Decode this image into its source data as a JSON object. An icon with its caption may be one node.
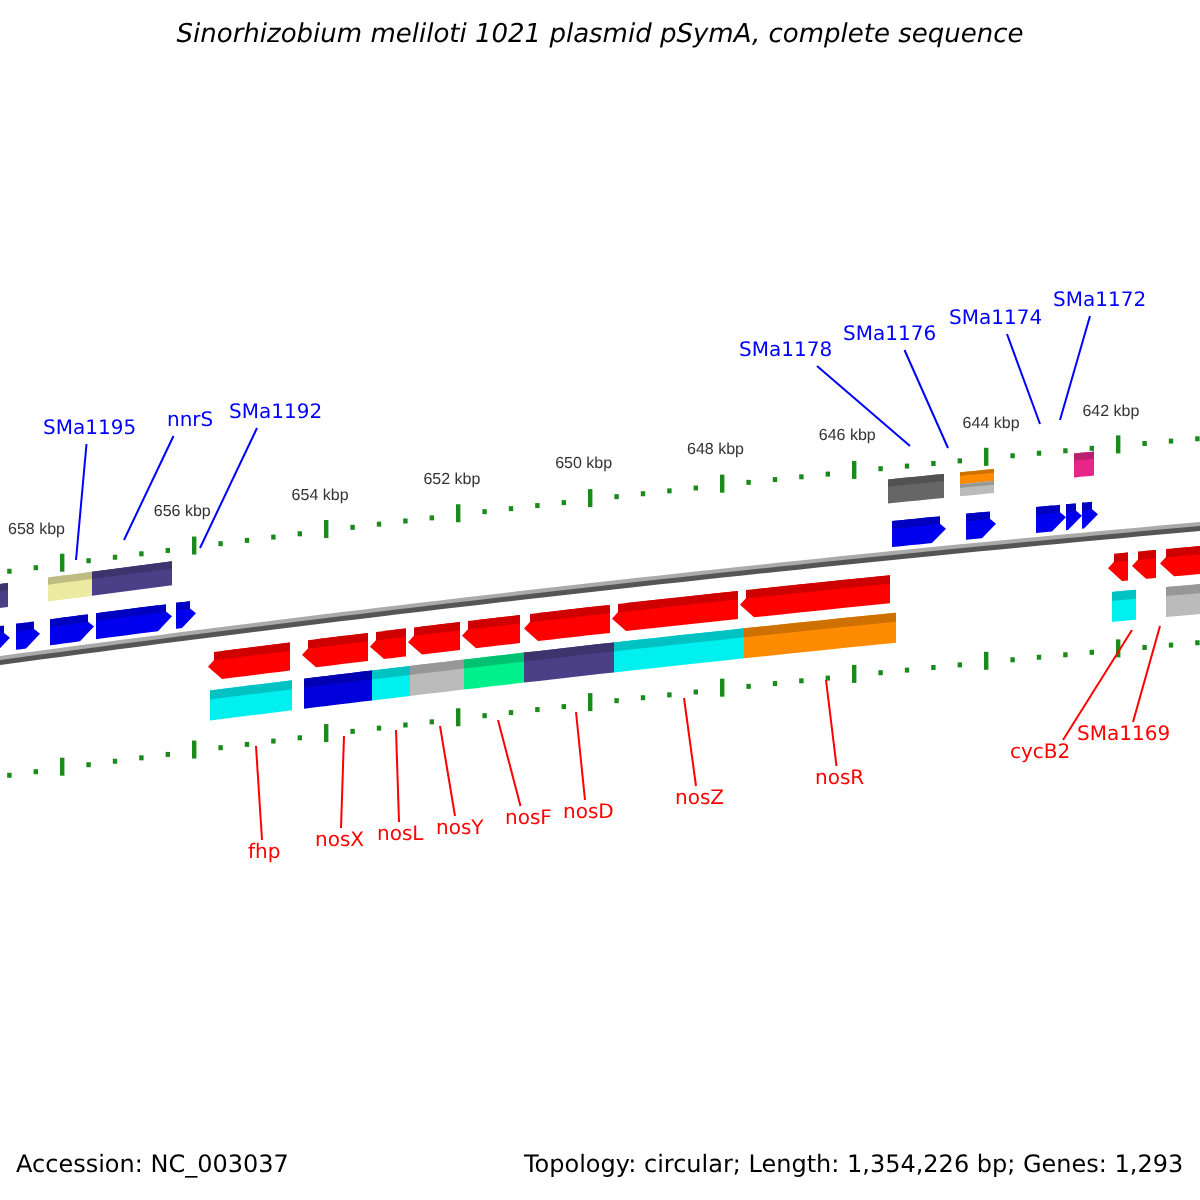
{
  "diagram": {
    "title": "Sinorhizobium meliloti 1021 plasmid pSymA, complete sequence",
    "nodes": [
      {
        "text": [
          "SMa1195"
        ]
      },
      {
        "text": [
          "nnrS"
        ]
      },
      {
        "text": [
          "SMa1192"
        ]
      },
      {
        "text": [
          "SMa1178"
        ]
      },
      {
        "text": [
          "SMa1176"
        ]
      },
      {
        "text": [
          "SMa1174"
        ]
      },
      {
        "text": [
          "SMa1172"
        ]
      },
      {
        "text": [
          "fhp"
        ]
      },
      {
        "text": [
          "nosX"
        ]
      },
      {
        "text": [
          "nosL"
        ]
      },
      {
        "text": [
          "nosY"
        ]
      },
      {
        "text": [
          "nosF"
        ]
      },
      {
        "text": [
          "nosD"
        ]
      },
      {
        "text": [
          "nosZ"
        ]
      },
      {
        "text": [
          "nosR"
        ]
      },
      {
        "text": [
          "cycB2"
        ]
      },
      {
        "text": [
          "SMa1169"
        ]
      }
    ],
    "edges": [
      {
        "from": 0,
        "to": null,
        "arrow": "none",
        "color": "#0000ff"
      },
      {
        "from": 1,
        "to": null,
        "arrow": "none",
        "color": "#0000ff"
      },
      {
        "from": 2,
        "to": null,
        "arrow": "none",
        "color": "#0000ff"
      },
      {
        "from": 3,
        "to": null,
        "arrow": "none",
        "color": "#0000ff"
      },
      {
        "from": 4,
        "to": null,
        "arrow": "none",
        "color": "#0000ff"
      },
      {
        "from": 5,
        "to": null,
        "arrow": "none",
        "color": "#0000ff"
      },
      {
        "from": 6,
        "to": null,
        "arrow": "none",
        "color": "#0000ff"
      },
      {
        "from": 7,
        "to": null,
        "arrow": "none"
      },
      {
        "from": 8,
        "to": null,
        "arrow": "none"
      },
      {
        "from": 9,
        "to": null,
        "arrow": "none"
      },
      {
        "from": 10,
        "to": null,
        "arrow": "none"
      },
      {
        "from": 11,
        "to": null,
        "arrow": "none"
      },
      {
        "from": 12,
        "to": null,
        "arrow": "none"
      },
      {
        "from": 13,
        "to": null,
        "arrow": "none"
      },
      {
        "from": 14,
        "to": null,
        "arrow": "none"
      },
      {
        "from": 15,
        "to": null,
        "arrow": "none"
      },
      {
        "from": 16,
        "to": null,
        "arrow": "none"
      }
    ],
    "labels": [
      "658 kbp",
      "656 kbp",
      "654 kbp",
      "652 kbp",
      "650 kbp",
      "648 kbp",
      "646 kbp",
      "644 kbp",
      "642 kbp",
      "Accession: NC_003037",
      "Topology: circular; Length: 1,354,226 bp; Genes: 1,293"
    ]
  }
}
